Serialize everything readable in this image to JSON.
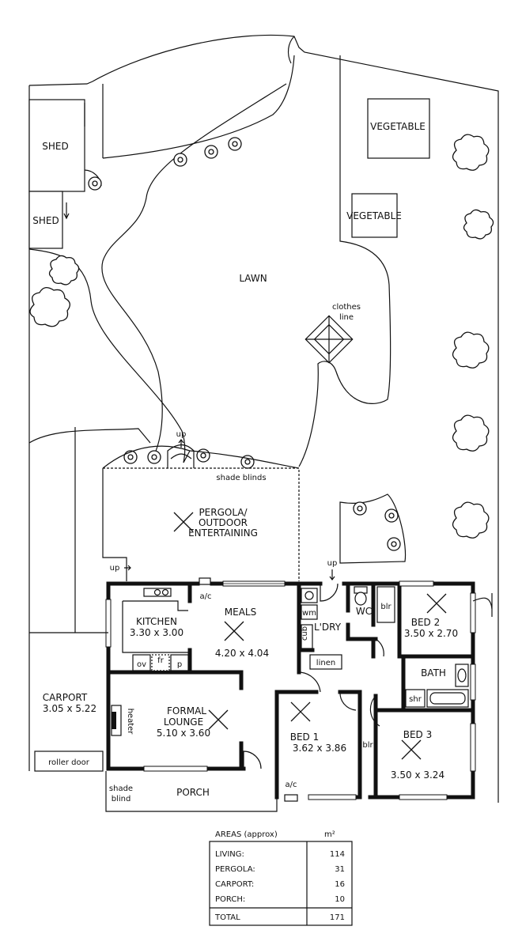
{
  "rooms": {
    "shed_1": "SHED",
    "shed_2": "SHED",
    "vegetable_1": "VEGETABLE",
    "vegetable_2": "VEGETABLE",
    "lawn": "LAWN",
    "clothes_line": [
      "clothes",
      "line"
    ],
    "shade_blinds": "shade blinds",
    "up_1": "up",
    "up_2": "up",
    "up_3": "up",
    "pergola": [
      "PERGOLA/",
      "OUTDOOR",
      "ENTERTAINING"
    ],
    "kitchen": {
      "name": "KITCHEN",
      "dims": "3.30 x 3.00"
    },
    "meals": {
      "name": "MEALS",
      "dims": "4.20 x 4.04"
    },
    "formal_lounge": {
      "name": [
        "FORMAL",
        "LOUNGE"
      ],
      "dims": "5.10 x 3.60"
    },
    "bed_1": {
      "name": "BED 1",
      "dims": "3.62 x 3.86"
    },
    "bed_2": {
      "name": "BED 2",
      "dims": "3.50 x 2.70"
    },
    "bed_3": {
      "name": "BED 3",
      "dims": "3.50 x 3.24"
    },
    "carport": {
      "name": "CARPORT",
      "dims": "3.05 x 5.22"
    },
    "porch": "PORCH",
    "shade_blind": [
      "shade",
      "blind"
    ],
    "roller_door": "roller door",
    "heater": "heater",
    "ac_1": "a/c",
    "ac_2": "a/c",
    "ov": "ov",
    "fr": "fr",
    "p": "p",
    "wm": "wm",
    "cub": "cub",
    "ldry": "L'DRY",
    "wc": "WC",
    "blr_1": "blr",
    "blr_2": "blr",
    "linen": "linen",
    "bath": "BATH",
    "shr": "shr"
  },
  "areas": {
    "title": "AREAS (approx)",
    "unit": "m²",
    "rows": [
      {
        "label": "LIVING:",
        "value": "114"
      },
      {
        "label": "PERGOLA:",
        "value": "31"
      },
      {
        "label": "CARPORT:",
        "value": "16"
      },
      {
        "label": "PORCH:",
        "value": "10"
      }
    ],
    "total": {
      "label": "TOTAL",
      "value": "171"
    }
  }
}
